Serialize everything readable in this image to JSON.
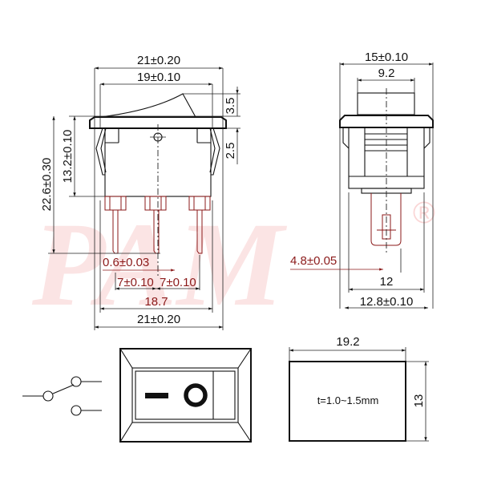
{
  "watermark": {
    "text": "PAM",
    "registered": "®",
    "color": "#e8393a"
  },
  "front_view": {
    "width_outer": "21±0.20",
    "width_inner": "19±0.10",
    "rocker_height": "3.5",
    "flange_gap": "2.5",
    "body_height": "13.2±0.10",
    "total_height": "22.6±0.30",
    "terminal_thickness": "0.6±0.03",
    "pitch_left": "7±0.10",
    "pitch_right": "7±0.10",
    "terminal_span": "18.7",
    "bottom_width": "21±0.20"
  },
  "side_view": {
    "width_outer": "15±0.10",
    "rocker_width": "9.2",
    "terminal_width": "4.8±0.05",
    "body_width": "12",
    "bottom_width": "12.8±0.10"
  },
  "schematic": {
    "symbol": "SPST switch",
    "label_off": "–",
    "label_on": "O"
  },
  "panel_cutout": {
    "width": "19.2",
    "height": "13",
    "thickness_note": "t=1.0~1.5mm"
  },
  "colors": {
    "line": "#111111",
    "highlight": "#8b1a1a"
  }
}
